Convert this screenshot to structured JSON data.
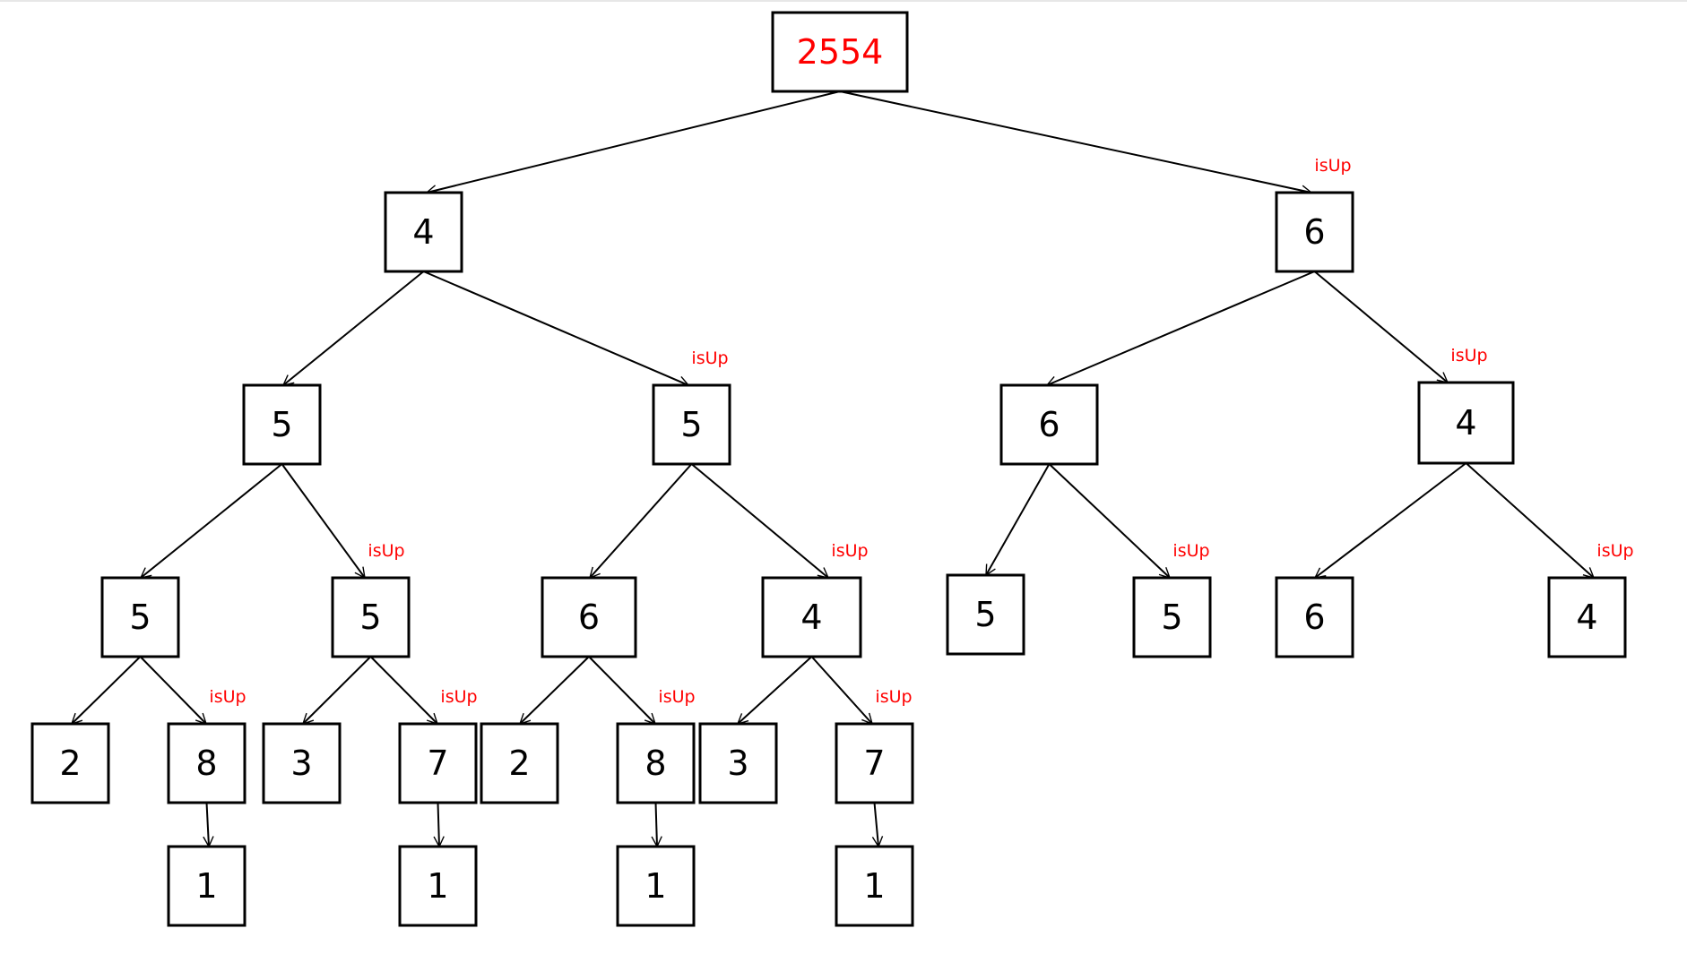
{
  "diagram": {
    "root": {
      "label": "2554",
      "color": "#ff0000"
    },
    "tag_label": "isUp",
    "tag_color": "#ff0000",
    "nodes": [
      {
        "id": "n0",
        "label": "2554"
      },
      {
        "id": "n1",
        "label": "4"
      },
      {
        "id": "n2",
        "label": "6"
      },
      {
        "id": "n3",
        "label": "5"
      },
      {
        "id": "n4",
        "label": "5"
      },
      {
        "id": "n5",
        "label": "6"
      },
      {
        "id": "n6",
        "label": "4"
      },
      {
        "id": "n7",
        "label": "5"
      },
      {
        "id": "n8",
        "label": "5"
      },
      {
        "id": "n9",
        "label": "6"
      },
      {
        "id": "n10",
        "label": "4"
      },
      {
        "id": "n11",
        "label": "5"
      },
      {
        "id": "n12",
        "label": "5"
      },
      {
        "id": "n13",
        "label": "6"
      },
      {
        "id": "n14",
        "label": "4"
      },
      {
        "id": "n15",
        "label": "2"
      },
      {
        "id": "n16",
        "label": "8"
      },
      {
        "id": "n17",
        "label": "3"
      },
      {
        "id": "n18",
        "label": "7"
      },
      {
        "id": "n19",
        "label": "2"
      },
      {
        "id": "n20",
        "label": "8"
      },
      {
        "id": "n21",
        "label": "3"
      },
      {
        "id": "n22",
        "label": "7"
      },
      {
        "id": "n23",
        "label": "1"
      },
      {
        "id": "n24",
        "label": "1"
      },
      {
        "id": "n25",
        "label": "1"
      },
      {
        "id": "n26",
        "label": "1"
      }
    ],
    "edges": [
      {
        "from": "n0",
        "to": "n1",
        "isUp": false
      },
      {
        "from": "n0",
        "to": "n2",
        "isUp": true
      },
      {
        "from": "n1",
        "to": "n3",
        "isUp": false
      },
      {
        "from": "n1",
        "to": "n4",
        "isUp": true
      },
      {
        "from": "n2",
        "to": "n5",
        "isUp": false
      },
      {
        "from": "n2",
        "to": "n6",
        "isUp": true
      },
      {
        "from": "n3",
        "to": "n7",
        "isUp": false
      },
      {
        "from": "n3",
        "to": "n8",
        "isUp": true
      },
      {
        "from": "n4",
        "to": "n9",
        "isUp": false
      },
      {
        "from": "n4",
        "to": "n10",
        "isUp": true
      },
      {
        "from": "n5",
        "to": "n11",
        "isUp": false
      },
      {
        "from": "n5",
        "to": "n12",
        "isUp": true
      },
      {
        "from": "n6",
        "to": "n13",
        "isUp": false
      },
      {
        "from": "n6",
        "to": "n14",
        "isUp": true
      },
      {
        "from": "n7",
        "to": "n15",
        "isUp": false
      },
      {
        "from": "n7",
        "to": "n16",
        "isUp": true
      },
      {
        "from": "n8",
        "to": "n17",
        "isUp": false
      },
      {
        "from": "n8",
        "to": "n18",
        "isUp": true
      },
      {
        "from": "n9",
        "to": "n19",
        "isUp": false
      },
      {
        "from": "n9",
        "to": "n20",
        "isUp": true
      },
      {
        "from": "n10",
        "to": "n21",
        "isUp": false
      },
      {
        "from": "n10",
        "to": "n22",
        "isUp": true
      },
      {
        "from": "n16",
        "to": "n23",
        "isUp": false
      },
      {
        "from": "n18",
        "to": "n24",
        "isUp": false
      },
      {
        "from": "n20",
        "to": "n25",
        "isUp": false
      },
      {
        "from": "n22",
        "to": "n26",
        "isUp": false
      }
    ]
  }
}
